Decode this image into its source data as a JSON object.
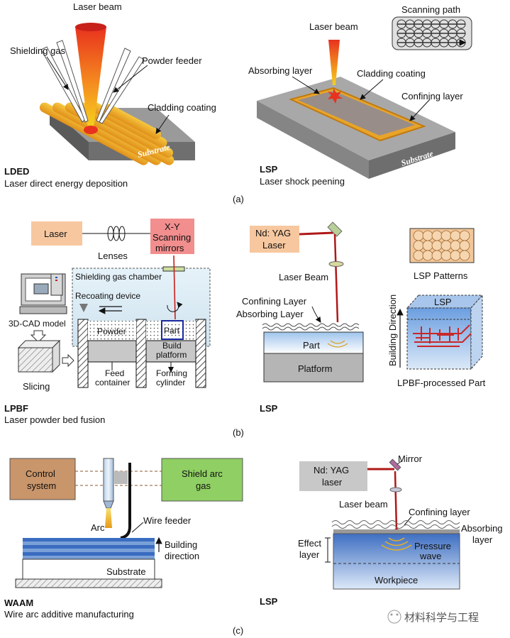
{
  "panel_a": {
    "caption": "(a)",
    "lded": {
      "laser_beam": "Laser beam",
      "shielding_gas": "Shielding gas",
      "powder_feeder": "Powder feeder",
      "cladding_coating": "Cladding coating",
      "substrate": "Substrate",
      "title": "LDED",
      "subtitle": "Laser direct energy deposition"
    },
    "lsp": {
      "laser_beam": "Laser beam",
      "scanning_path": "Scanning path",
      "absorbing_layer": "Absorbing layer",
      "cladding_coating": "Cladding coating",
      "confining_layer": "Confining layer",
      "substrate": "Substrate",
      "title": "LSP",
      "subtitle": "Laser shock peening"
    }
  },
  "panel_b": {
    "caption": "(b)",
    "lpbf": {
      "laser": "Laser",
      "lenses": "Lenses",
      "scanning_mirrors_line1": "X-Y",
      "scanning_mirrors_line2": "Scanning",
      "scanning_mirrors_line3": "mirrors",
      "shielding_gas_chamber": "Shielding gas chamber",
      "recoating_device": "Recoating device",
      "cad_model": "3D-CAD model",
      "slicing": "Slicing",
      "powder": "Powder",
      "part": "Part",
      "build_platform_line1": "Build",
      "build_platform_line2": "platform",
      "feed_container_line1": "Feed",
      "feed_container_line2": "container",
      "forming_cylinder_line1": "Forming",
      "forming_cylinder_line2": "cylinder",
      "title": "LPBF",
      "subtitle": "Laser powder bed fusion"
    },
    "lsp": {
      "laser_line1": "Nd: YAG",
      "laser_line2": "Laser",
      "laser_beam": "Laser Beam",
      "confining_layer": "Confining Layer",
      "absorbing_layer": "Absorbing Layer",
      "part": "Part",
      "platform": "Platform",
      "lsp_patterns": "LSP Patterns",
      "lsp_box": "LSP",
      "building_direction": "Building Direction",
      "lpbf_part": "LPBF-processed Part",
      "title": "LSP"
    }
  },
  "panel_c": {
    "caption": "(c)",
    "waam": {
      "control_line1": "Control",
      "control_line2": "system",
      "shield_line1": "Shield arc",
      "shield_line2": "gas",
      "arc": "Arc",
      "wire_feeder": "Wire feeder",
      "building_line1": "Building",
      "building_line2": "direction",
      "substrate": "Substrate",
      "title": "WAAM",
      "subtitle": "Wire arc additive manufacturing"
    },
    "lsp": {
      "laser_line1": "Nd: YAG",
      "laser_line2": "laser",
      "mirror": "Mirror",
      "laser_beam": "Laser beam",
      "confining_layer": "Confining layer",
      "absorbing_line1": "Absorbing",
      "absorbing_line2": "layer",
      "effect_line1": "Effect",
      "effect_line2": "layer",
      "pressure_line1": "Pressure",
      "pressure_line2": "wave",
      "workpiece": "Workpiece",
      "title": "LSP"
    }
  },
  "watermark": "材料科学与工程",
  "colors": {
    "laser_red": "#e8321e",
    "laser_yellow": "#f6c21c",
    "coating_orange": "#f0a020",
    "substrate_gray": "#8a8a8a",
    "box_orange": "#f7c8a0",
    "box_pink": "#f28e8e",
    "chamber_blue": "#dfeef7",
    "control_brown": "#c9956a",
    "shield_green": "#8fcf63",
    "nd_gray": "#c8c8c8",
    "workpiece_blue": "#4a78c8"
  }
}
